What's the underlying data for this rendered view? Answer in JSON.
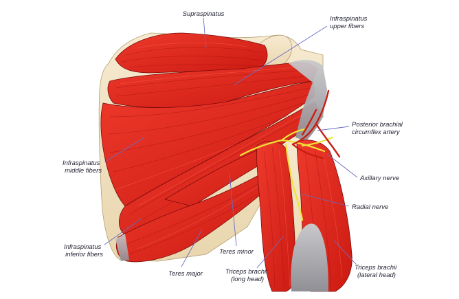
{
  "labels": {
    "supraspinatus": [
      "Supraspinatus"
    ],
    "infraspinatus_upper": [
      "Infraspinatus",
      "upper fibers"
    ],
    "infraspinatus_middle": [
      "Infraspinatus",
      "middle fibers"
    ],
    "infraspinatus_inferior": [
      "Infraspinatus",
      "inferior fibers"
    ],
    "posterior_brachial": [
      "Posterior brachial",
      "circumflex artery"
    ],
    "axillary_nerve": [
      "Axillary nerve"
    ],
    "radial_nerve": [
      "Radial nerve"
    ],
    "teres_minor": [
      "Teres minor"
    ],
    "teres_major": [
      "Teres major"
    ],
    "triceps_long": [
      "Triceps brachii",
      "(long head)"
    ],
    "triceps_lateral": [
      "Triceps brachii",
      "(lateral head)"
    ]
  },
  "colors": {
    "muscle": "#e0261c",
    "muscle_dark": "#b3140f",
    "bone": "#f3e5c6",
    "tendon": "#a9a9ad",
    "nerve": "#f0e23a",
    "artery": "#c81d12",
    "leader": "#6a6cc4"
  }
}
